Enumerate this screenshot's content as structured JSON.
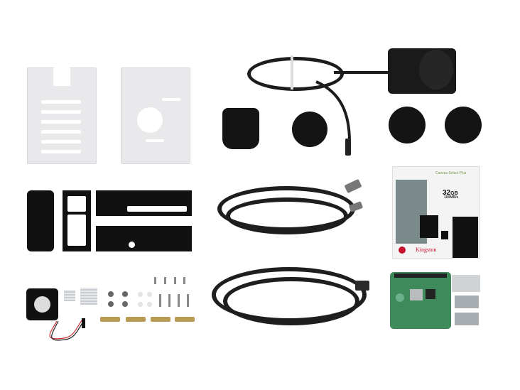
{
  "scene": {
    "type": "product-flat-lay",
    "background_color": "#ffffff",
    "items": [
      {
        "id": "clear-case-bottom",
        "label": "Clear acrylic case panel (vented)"
      },
      {
        "id": "clear-case-top",
        "label": "Clear acrylic case panel (fan hole)"
      },
      {
        "id": "black-case-sides",
        "label": "Black acrylic case side panels"
      },
      {
        "id": "fan",
        "label": "Cooling fan with red/black leads"
      },
      {
        "id": "heatsinks",
        "label": "Aluminium heatsinks"
      },
      {
        "id": "screws",
        "label": "Screws, nuts, spacers"
      },
      {
        "id": "brass-standoffs",
        "label": "Brass standoffs"
      },
      {
        "id": "power-supply",
        "label": "USB-C power supply"
      },
      {
        "id": "plug-adapters",
        "label": "Interchangeable plug adapters (UK, EU, US, AU)"
      },
      {
        "id": "hdmi-cables",
        "label": "Micro-HDMI cables"
      },
      {
        "id": "ethernet-cable",
        "label": "Ethernet cable"
      },
      {
        "id": "sd-card",
        "label": "Kingston microSD card pack"
      },
      {
        "id": "raspberry-pi",
        "label": "Raspberry Pi 4 board"
      }
    ]
  },
  "sd_card": {
    "capacity_num": "32",
    "capacity_unit": "GB",
    "speed": "100MB/s",
    "brand": "Kingston",
    "line": "Canvas Select Plus"
  },
  "colors": {
    "acrylic_clear": "#e9e9ec",
    "black_parts": "#111111",
    "pcb_green": "#3f8a5a",
    "brass": "#b99a52",
    "kingston_red": "#c8102e"
  }
}
